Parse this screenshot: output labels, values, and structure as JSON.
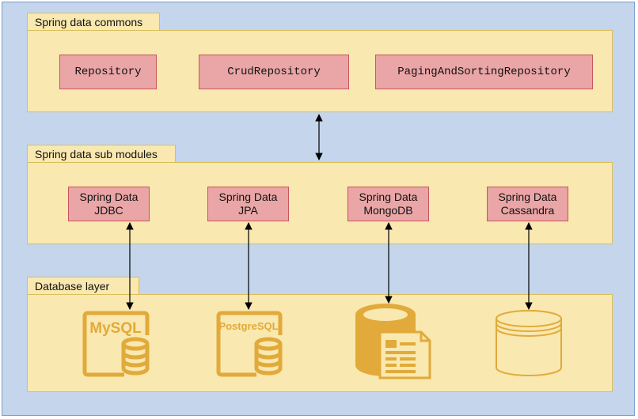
{
  "colors": {
    "background": "#c4d5ec",
    "panel": "#f9e8af",
    "panel_border": "#d9bf5c",
    "box": "#eaa5a6",
    "box_border": "#c9545c",
    "icon": "#e1aa3a"
  },
  "commons": {
    "label": "Spring data commons",
    "items": [
      "Repository",
      "CrudRepository",
      "PagingAndSortingRepository"
    ]
  },
  "submodules": {
    "label": "Spring data sub modules",
    "items": [
      "Spring Data\nJDBC",
      "Spring Data\nJPA",
      "Spring Data\nMongoDB",
      "Spring Data\nCassandra"
    ]
  },
  "database": {
    "label": "Database layer",
    "icons": [
      {
        "icon": "mysql-database-icon",
        "text": "MySQL"
      },
      {
        "icon": "postgresql-database-icon",
        "text": "PostgreSQL"
      },
      {
        "icon": "mongodb-document-database-icon",
        "text": ""
      },
      {
        "icon": "cassandra-database-icon",
        "text": ""
      }
    ]
  }
}
